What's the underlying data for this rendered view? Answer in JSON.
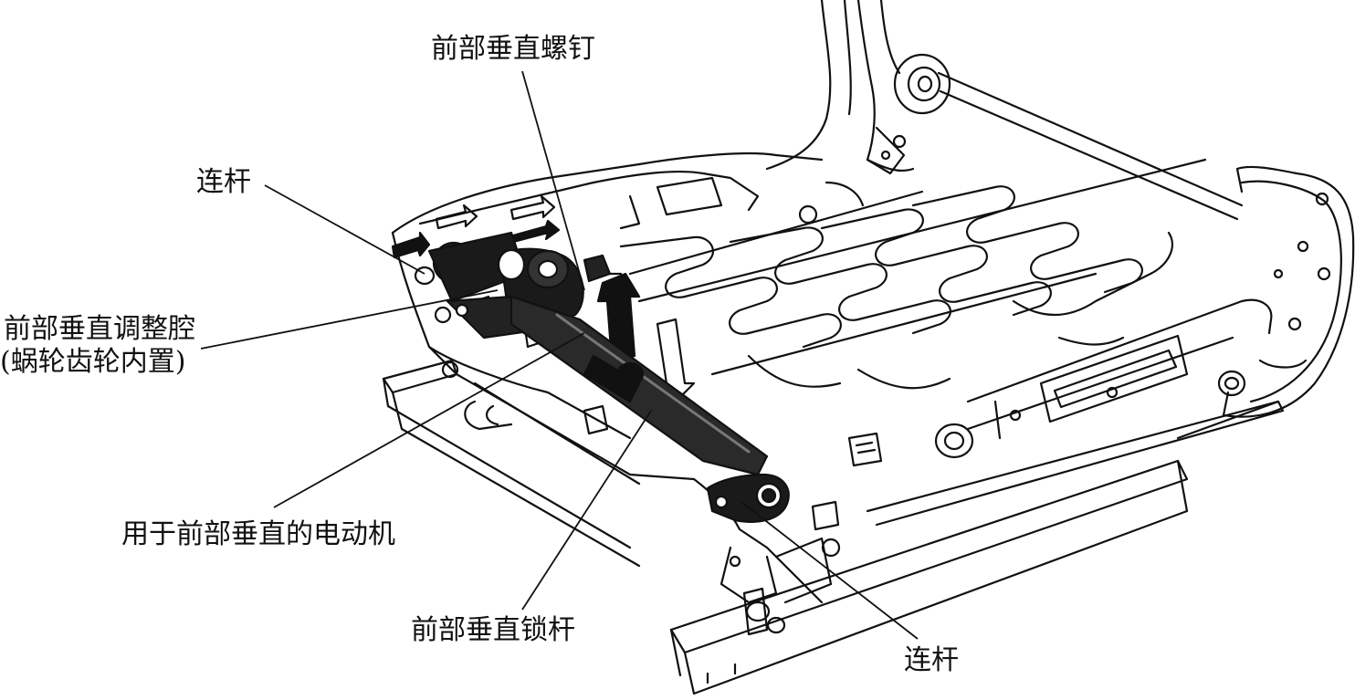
{
  "diagram": {
    "labels": {
      "front_vertical_screw": "前部垂直螺钉",
      "link_left": "连杆",
      "front_vertical_adjust_cavity_line1": "前部垂直调整腔",
      "front_vertical_adjust_cavity_line2": "(蜗轮齿轮内置)",
      "front_vertical_motor": "用于前部垂直的电动机",
      "front_vertical_lock_rod": "前部垂直锁杆",
      "link_right": "连杆"
    }
  }
}
